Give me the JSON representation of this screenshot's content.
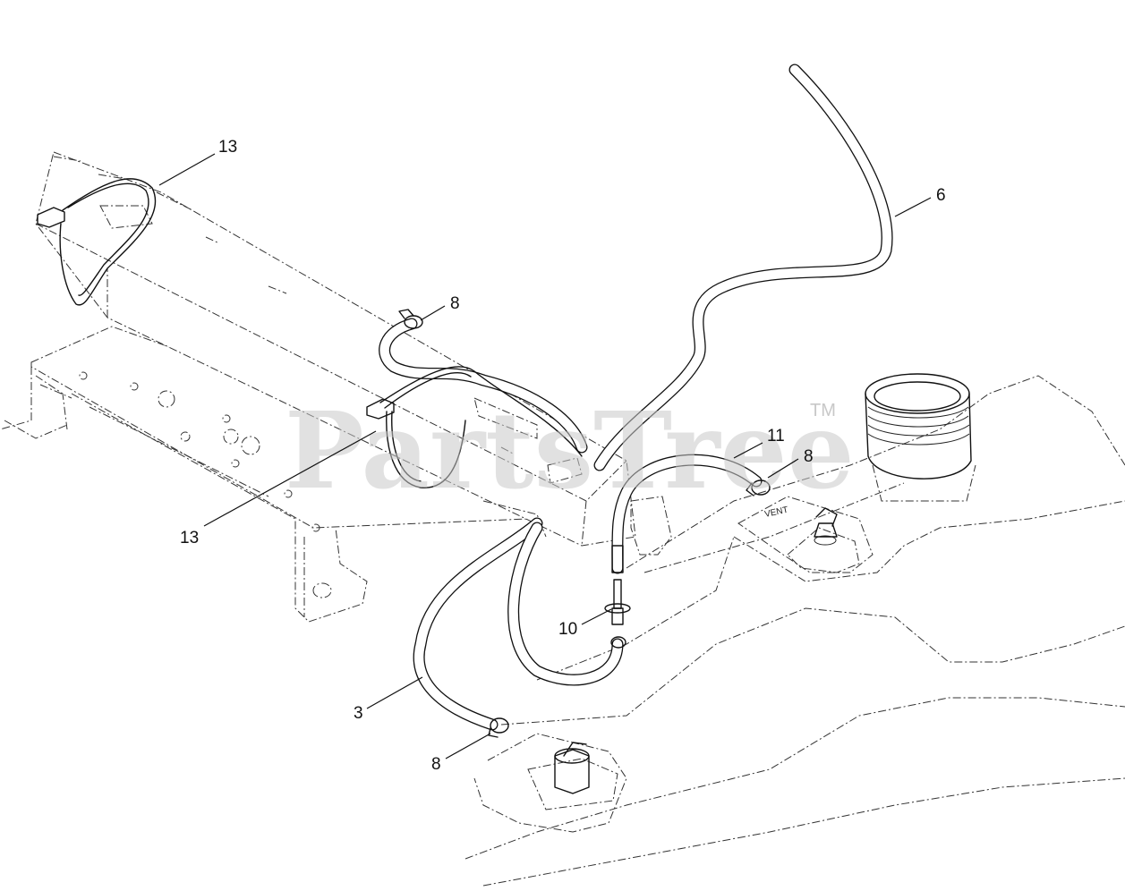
{
  "watermark": {
    "text": "PartsTree",
    "tm": "TM"
  },
  "tank_label": "VENT",
  "callouts": [
    {
      "id": "13a",
      "label": "13"
    },
    {
      "id": "13b",
      "label": "13"
    },
    {
      "id": "8a",
      "label": "8"
    },
    {
      "id": "8b",
      "label": "8"
    },
    {
      "id": "8c",
      "label": "8"
    },
    {
      "id": "6",
      "label": "6"
    },
    {
      "id": "11",
      "label": "11"
    },
    {
      "id": "10",
      "label": "10"
    },
    {
      "id": "3",
      "label": "3"
    }
  ]
}
